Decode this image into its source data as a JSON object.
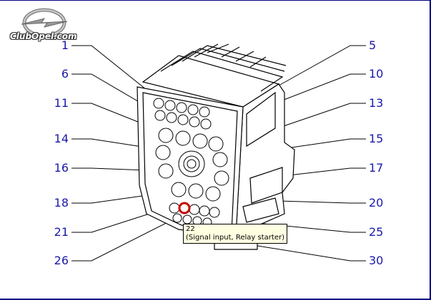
{
  "logo": {
    "text": "ClubOpel.com"
  },
  "labels_left": [
    "1",
    "6",
    "11",
    "14",
    "16",
    "18",
    "21",
    "26"
  ],
  "labels_right": [
    "5",
    "10",
    "13",
    "15",
    "17",
    "20",
    "25",
    "30"
  ],
  "tooltip": {
    "line1": "22",
    "line2": "(Signal input, Relay starter)"
  },
  "colors": {
    "label": "#1a1aa8",
    "border": "#000080",
    "highlight": "#cc0000",
    "tooltip_bg": "#ffffe1"
  }
}
